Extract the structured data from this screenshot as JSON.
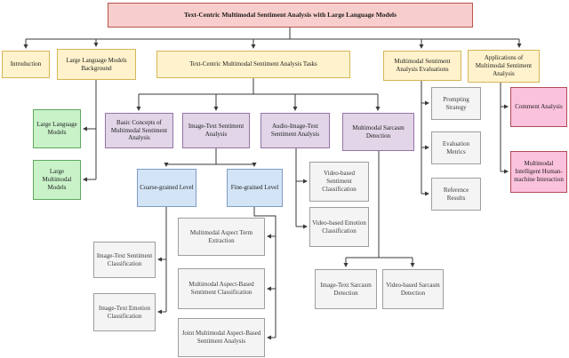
{
  "nodes": {
    "title": "Text-Centric Multimodal Sentiment Analysis with Large Language Models",
    "introduction": "Introduction",
    "llm_background": "Large Language Models Background",
    "tasks": "Text-Centric Multimodal Sentiment Analysis Tasks",
    "evaluations": "Multimodal Sentiment Analysis Evaluations",
    "applications": "Applications of Multimodal Sentiment Analysis",
    "large_language_models": "Large Language Models",
    "large_multimodal_models": "Large Multimodal Models",
    "basic_concepts": "Basic Concepts of Multimodal Sentiment Analysis",
    "image_text_sa": "Image-Text Sentiment Analysis",
    "audio_image_text_sa": "Audio-Image-Text Sentiment Analysis",
    "multimodal_sarcasm": "Multimodal Sarcasm Detection",
    "coarse": "Coarse-grained Level",
    "fine": "Fine-grained Level",
    "video_sentiment": "Video-based Sentiment Classification",
    "video_emotion": "Video-based Emotion Classification",
    "prompting": "Prompting Strategy",
    "eval_metrics": "Evaluation Metrics",
    "reference_results": "Reference Results",
    "comment_analysis": "Comment Analysis",
    "human_machine": "Multimodal Intelligent Human-machine Interaction",
    "it_sentiment_cls": "Image-Text Sentiment Classification",
    "it_emotion_cls": "Image-Text Emotion Classification",
    "aspect_term": "Multimodal Aspect Term Extraction",
    "aspect_based_cls": "Multimodal Aspect-Based Sentiment Classification",
    "joint_aspect": "Joint Multimodal Aspect-Based Sentiment Analysis",
    "it_sarcasm": "Image-Text Sarcasm Detection",
    "video_sarcasm": "Video-based Sarcasm Detection"
  },
  "colors": {
    "title_fill": "#f8cecc",
    "title_border": "#b85450",
    "section_fill": "#fff2cc",
    "section_border": "#d6b656",
    "model_fill": "#c9f2c8",
    "model_border": "#5fa85f",
    "task_fill": "#e1d5e7",
    "task_border": "#9673a6",
    "level_fill": "#d4e4f7",
    "level_border": "#7d9dc2",
    "leaf_fill": "#f4f4f4",
    "leaf_border": "#9e9e9e",
    "app_fill": "#fac2dc",
    "app_border": "#b04a5a",
    "line": "#3a3a3a"
  }
}
